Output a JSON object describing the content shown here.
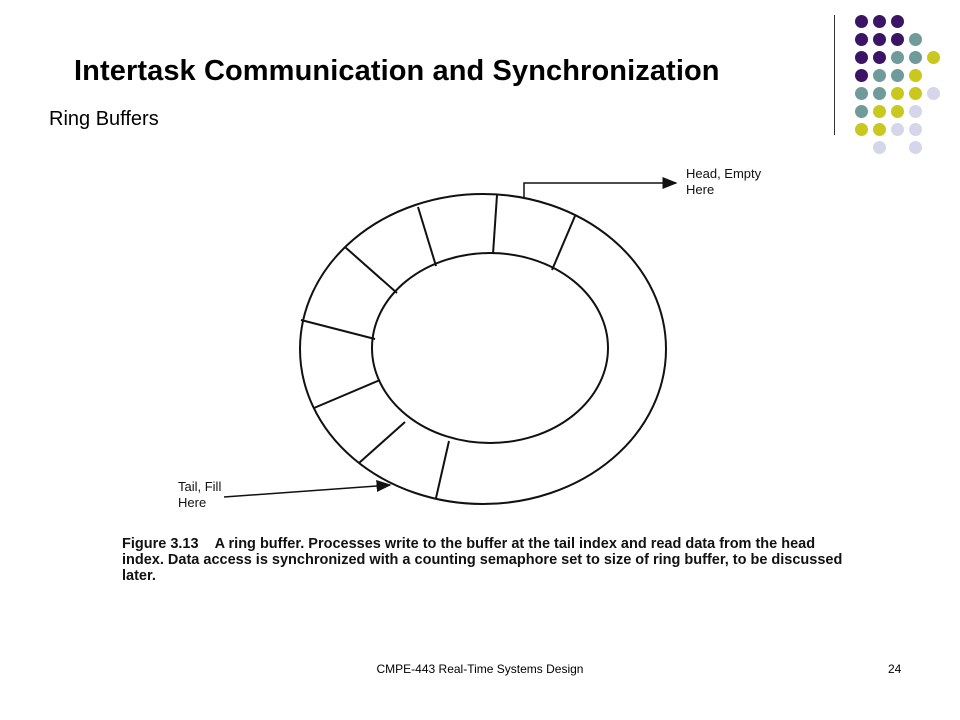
{
  "slide": {
    "title": "Intertask Communication and Synchronization",
    "subtitle": "Ring Buffers",
    "footer": "CMPE-443 Real-Time Systems Design",
    "page_number": "24"
  },
  "decoration": {
    "dot_colors": {
      "purple": "#3b1466",
      "teal": "#6f9b9a",
      "lime": "#c8c81e",
      "lavender": "#d6d6ea"
    }
  },
  "figure": {
    "head_label": "Head, Empty\nHere",
    "tail_label": "Tail, Fill\nHere",
    "caption_label": "Figure 3.13",
    "caption_text": "A ring buffer. Processes write to the buffer at the tail index and read data from the head index. Data access is synchronized with a counting semaphore set to size of ring buffer, to be discussed later."
  }
}
